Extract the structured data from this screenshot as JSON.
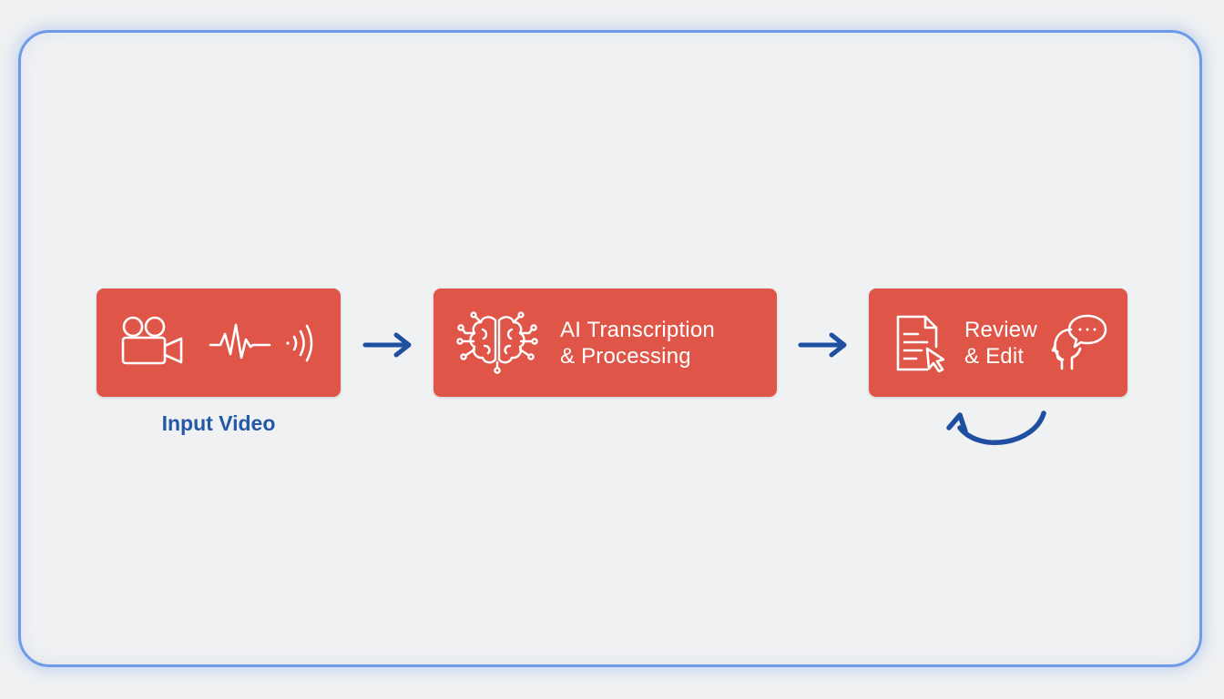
{
  "steps": [
    {
      "id": "input",
      "caption": "Input Video",
      "icons": [
        "video-camera-icon",
        "audio-waveform-icon",
        "sound-waves-icon"
      ]
    },
    {
      "id": "processing",
      "label_line1": "AI Transcription",
      "label_line2": "& Processing",
      "icons": [
        "ai-brain-circuit-icon"
      ]
    },
    {
      "id": "review",
      "label_line1": "Review",
      "label_line2": "& Edit",
      "icons": [
        "document-cursor-icon",
        "head-speech-bubble-icon"
      ]
    }
  ],
  "connectors": [
    "arrow-right-icon",
    "arrow-right-icon",
    "loop-back-arrow-icon"
  ],
  "colors": {
    "step_fill": "#df5548",
    "accent_blue": "#1f4fa0",
    "frame_border": "#6f9be6",
    "background": "#f0f1f2"
  }
}
